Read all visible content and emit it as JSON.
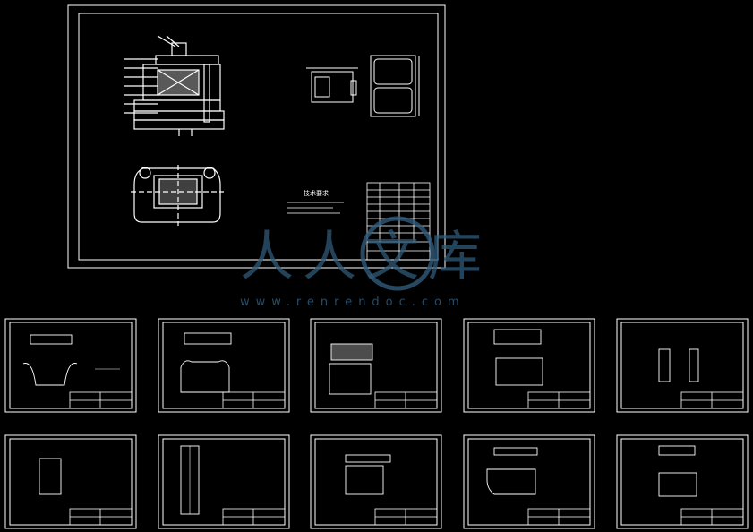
{
  "watermark": {
    "logo_text": "人人文库",
    "url": "www.renrendoc.com",
    "color": "#2f5a7a"
  },
  "colors": {
    "background": "#000000",
    "line": "#ffffff"
  },
  "main_sheet": {
    "description_title": "技术要求"
  },
  "sub_sheets": {
    "count": 10
  }
}
